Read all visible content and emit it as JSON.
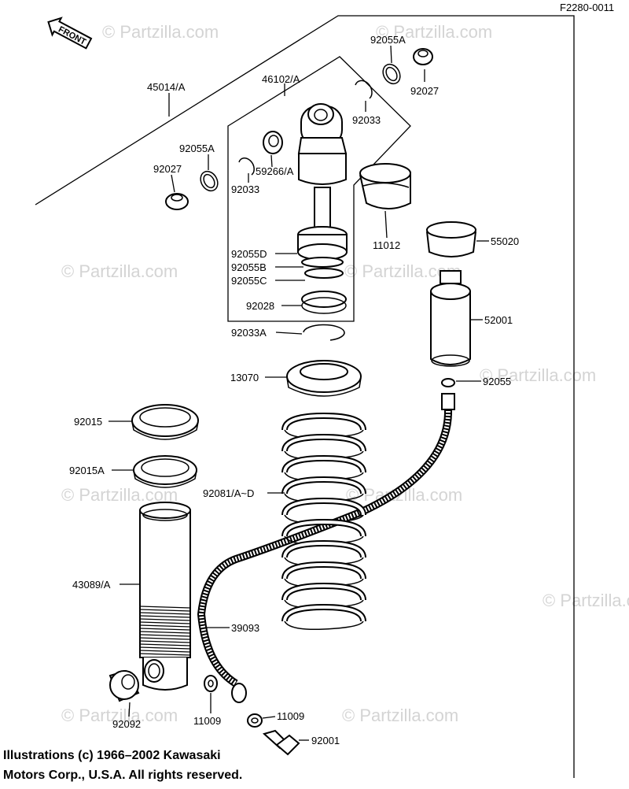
{
  "figure_code": "F2280-0011",
  "front_label": "FRONT",
  "watermarks": [
    "© Partzilla.com",
    "© Partzilla.com",
    "© Partzilla.com",
    "© Partzilla.com",
    "© Partzilla.com",
    "© Partzilla.com",
    "© Partzilla.com",
    "© Partzilla.com",
    "© Partzilla.com",
    "© Partzilla.com"
  ],
  "labels": {
    "45014/A": "45014/A",
    "46102/A": "46102/A",
    "92055A_top": "92055A",
    "92027_top": "92027",
    "92033_top": "92033",
    "92055A_left": "92055A",
    "92027_left": "92027",
    "59266/A": "59266/A",
    "92033_mid": "92033",
    "11012": "11012",
    "55020": "55020",
    "92055D": "92055D",
    "92055B": "92055B",
    "92055C": "92055C",
    "92028": "92028",
    "52001": "52001",
    "92033A": "92033A",
    "13070": "13070",
    "92055": "92055",
    "92015": "92015",
    "92015A": "92015A",
    "92081/A~D": "92081/A~D",
    "43089/A": "43089/A",
    "39093": "39093",
    "92092": "92092",
    "11009_left": "11009",
    "11009_right": "11009",
    "92001": "92001"
  },
  "copyright_line1": "Illustrations (c) 1966–2002 Kawasaki",
  "copyright_line2": "Motors Corp., U.S.A.  All rights reserved."
}
